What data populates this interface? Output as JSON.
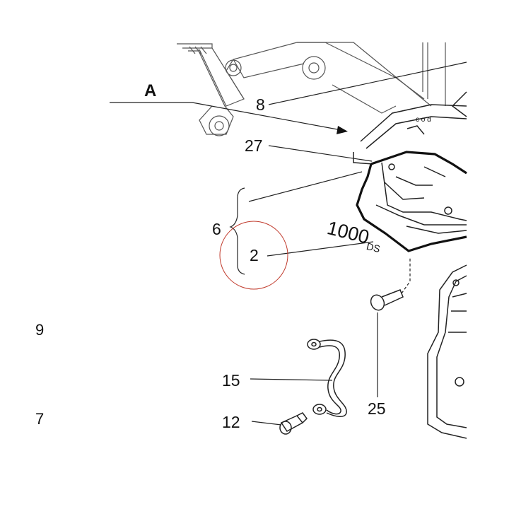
{
  "diagram": {
    "marker": "A",
    "note": {
      "main": "1000",
      "sub": "DS"
    },
    "labels": {
      "l8": "8",
      "l27": "27",
      "l6": "6",
      "l2": "2",
      "l15": "15",
      "l12": "12",
      "l25": "25"
    },
    "edge_labels": {
      "upper": "9",
      "lower": "7"
    },
    "colors": {
      "highlight_circle": "#c0392b",
      "line": "#222222"
    }
  }
}
